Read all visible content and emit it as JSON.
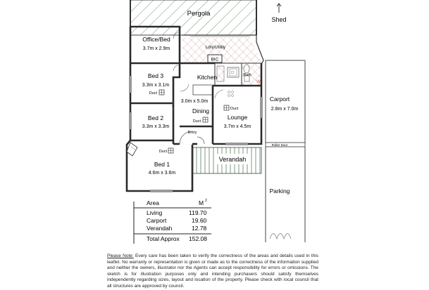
{
  "north_label": "Shed",
  "rooms": {
    "pergola": "Pergola",
    "office": {
      "name": "Office/Bed",
      "dims": "3.7m x 2.9m"
    },
    "laundry": "Ldry/Utility",
    "bic": "BIC",
    "kitchen": "Kitchen",
    "bath": "Bath",
    "wc": "W",
    "bed3": {
      "name": "Bed 3",
      "dims": "3.3m x 3.1m"
    },
    "duct": "Duct",
    "dining": {
      "name": "Dining",
      "dims": "3.0m x 5.0m"
    },
    "lounge": {
      "name": "Lounge",
      "dims": "3.7m x 4.5m"
    },
    "bed2": {
      "name": "Bed 2",
      "dims": "3.3m x 3.3m"
    },
    "entry": "Entry",
    "bed1": {
      "name": "Bed 1",
      "dims": "4.6m x 3.6m"
    },
    "verandah": "Verandah",
    "carport": {
      "name": "Carport",
      "dims": "2.8m x 7.0m"
    },
    "roller_door": "Roller Door",
    "parking": "Parking"
  },
  "area_table": {
    "header": "Area",
    "unit": "M",
    "unit_sup": "2",
    "rows": [
      {
        "label": "Living",
        "value": "119.70"
      },
      {
        "label": "Carport",
        "value": "19.60"
      },
      {
        "label": "Verandah",
        "value": "12.78"
      }
    ],
    "total": {
      "label": "Total Approx",
      "value": "152.08"
    }
  },
  "disclaimer": {
    "label": "Please Note:",
    "text": "Every care has been taken to verify the correctness of the areas and details used in this leaflet. No warranty or representation is given or made as to the correctness of the information supplied and neither the owners, illustrator nor the Agents can accept responsibility for errors or omissions. The sketch is for illustration purposes only and intending purchasers should satisfy themselves independently regarding sizes, layout and location of the property. Please check with local council that all structures are approved by council."
  }
}
